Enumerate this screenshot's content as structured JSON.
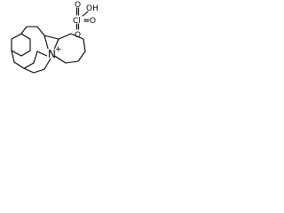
{
  "molecule": {
    "ring_nitrogen_label": "N",
    "cation_charge": "+",
    "anion": {
      "oxygen_top_label": "O",
      "hydroxyl_label": "OH",
      "chlorine_label": "Cl",
      "oxygen_right_label": "O",
      "oxygen_bottom_label": "O"
    }
  },
  "colors": {
    "ink": "#000000",
    "background": "#ffffff"
  }
}
